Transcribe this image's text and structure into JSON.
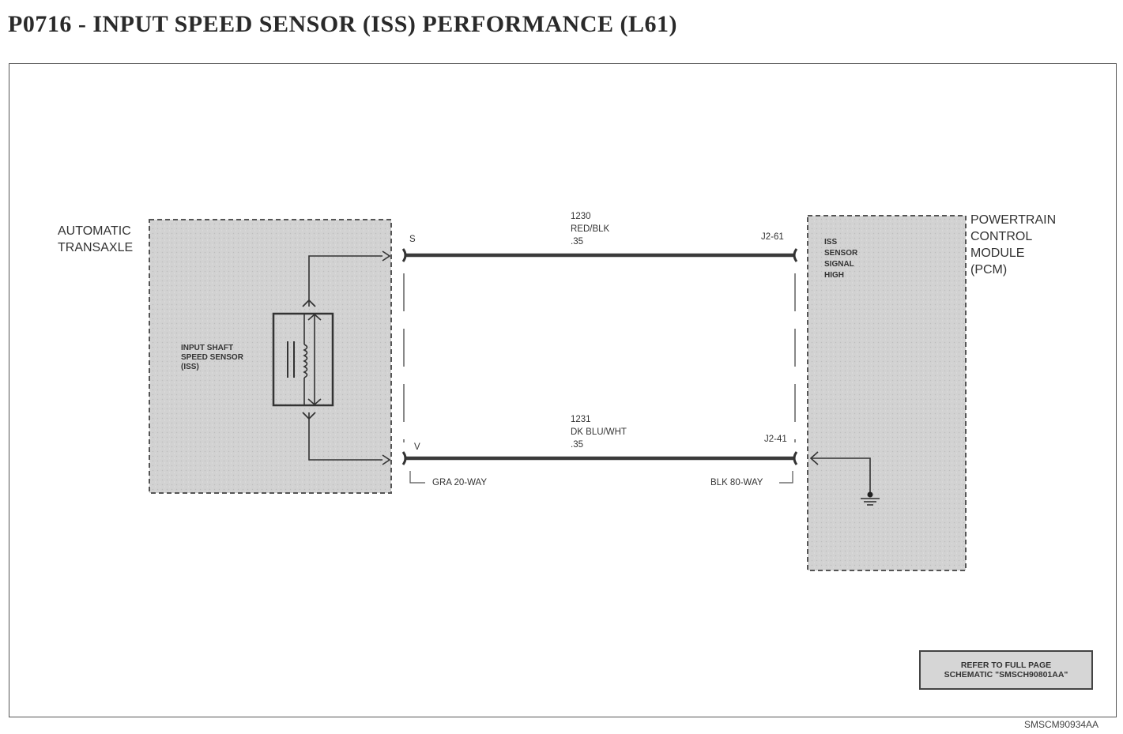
{
  "title": "P0716 - INPUT SPEED SENSOR (ISS) PERFORMANCE (L61)",
  "left_component": {
    "label_lines": [
      "AUTOMATIC",
      "TRANSAXLE"
    ],
    "sensor_lines": [
      "INPUT SHAFT",
      "SPEED SENSOR",
      "(ISS)"
    ]
  },
  "right_component": {
    "label_lines": [
      "POWERTRAIN",
      "CONTROL",
      "MODULE",
      "(PCM)"
    ],
    "pin_desc_lines": [
      "ISS",
      "SENSOR",
      "SIGNAL",
      "HIGH"
    ]
  },
  "wires": [
    {
      "circuit": "1230",
      "color": "RED/BLK",
      "gauge": ".35",
      "from_pin": "S",
      "to_pin": "J2-61"
    },
    {
      "circuit": "1231",
      "color": "DK BLU/WHT",
      "gauge": ".35",
      "from_pin": "V",
      "to_pin": "J2-41"
    }
  ],
  "connectors": {
    "left": "GRA 20-WAY",
    "right": "BLK 80-WAY"
  },
  "reference": [
    "REFER TO FULL PAGE",
    "SCHEMATIC \"SMSCH90801AA\""
  ],
  "doc_id": "SMSCM90934AA",
  "colors": {
    "box_fill": "#d4d4d4",
    "wire": "#3a3a3a",
    "line": "#444444"
  }
}
